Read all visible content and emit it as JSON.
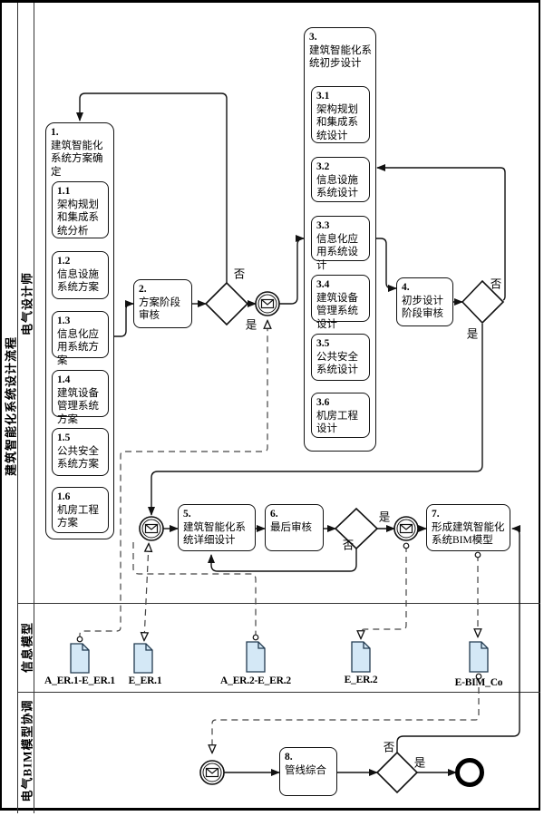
{
  "pool": {
    "title": "建筑智能化系统设计流程"
  },
  "lanes": [
    {
      "label": "电气设计师"
    },
    {
      "label": "信息模型"
    },
    {
      "label": "电气BIM模型协调"
    }
  ],
  "boxes": {
    "b1": {
      "num": "1.",
      "title": "建筑智能化系统方案确定",
      "items": [
        {
          "num": "1.1",
          "text": "架构规划和集成系统分析"
        },
        {
          "num": "1.2",
          "text": "信息设施系统方案"
        },
        {
          "num": "1.3",
          "text": "信息化应用系统方案"
        },
        {
          "num": "1.4",
          "text": "建筑设备管理系统方案"
        },
        {
          "num": "1.5",
          "text": "公共安全系统方案"
        },
        {
          "num": "1.6",
          "text": "机房工程方案"
        }
      ]
    },
    "b2": {
      "num": "2.",
      "title": "方案阶段审核"
    },
    "b3": {
      "num": "3.",
      "title": "建筑智能化系统初步设计",
      "items": [
        {
          "num": "3.1",
          "text": "架构规划和集成系统设计"
        },
        {
          "num": "3.2",
          "text": "信息设施系统设计"
        },
        {
          "num": "3.3",
          "text": "信息化应用系统设计"
        },
        {
          "num": "3.4",
          "text": "建筑设备管理系统设计"
        },
        {
          "num": "3.5",
          "text": "公共安全系统设计"
        },
        {
          "num": "3.6",
          "text": "机房工程设计"
        }
      ]
    },
    "b4": {
      "num": "4.",
      "title": "初步设计阶段审核"
    },
    "b5": {
      "num": "5.",
      "title": "建筑智能化系统详细设计"
    },
    "b6": {
      "num": "6.",
      "title": "最后审核"
    },
    "b7": {
      "num": "7.",
      "title": "形成建筑智能化系统BIM模型"
    },
    "b8": {
      "num": "8.",
      "title": "管线综合"
    }
  },
  "labels": {
    "yes": "是",
    "no": "否"
  },
  "documents": [
    {
      "label": "A_ER.1-E_ER.1"
    },
    {
      "label": "E_ER.1"
    },
    {
      "label": "A_ER.2-E_ER.2"
    },
    {
      "label": "E_ER.2"
    },
    {
      "label": "E-BIM_Co"
    }
  ],
  "colors": {
    "line": "#111111",
    "doc_fill": "#d4e8f6",
    "doc_stroke": "#223a4f",
    "background": "#ffffff"
  }
}
